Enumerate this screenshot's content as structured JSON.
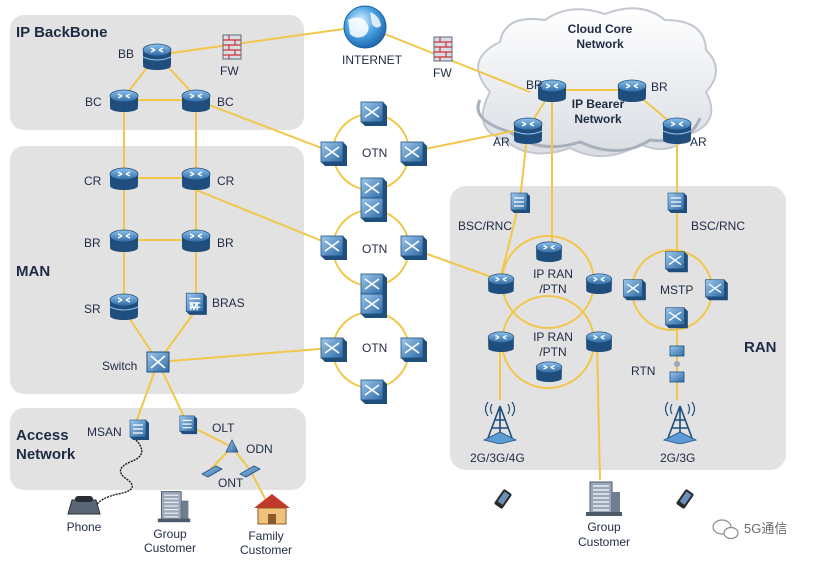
{
  "regions": {
    "ip_backbone": "IP BackBone",
    "man": "MAN",
    "access_line1": "Access",
    "access_line2": "Network",
    "ran": "RAN",
    "cloud_core_line1": "Cloud Core",
    "cloud_core_line2": "Network",
    "ip_bearer_line1": "IP Bearer",
    "ip_bearer_line2": "Network"
  },
  "nodes": {
    "bb": "BB",
    "fw": "FW",
    "bc": "BC",
    "internet": "INTERNET",
    "cr": "CR",
    "br": "BR",
    "sr": "SR",
    "bras": "BRAS",
    "switch": "Switch",
    "otn": "OTN",
    "ar": "AR",
    "bsc_rnc": "BSC/RNC",
    "ip_ran_line1": "IP RAN",
    "ip_ran_line2": "/PTN",
    "mstp": "MSTP",
    "rtn": "RTN",
    "msan": "MSAN",
    "olt": "OLT",
    "odn": "ODN",
    "ont": "ONT",
    "gen_234": "2G/3G/4G",
    "gen_23": "2G/3G"
  },
  "customers": {
    "phone": "Phone",
    "group_line1": "Group",
    "group_line2": "Customer",
    "family_line1": "Family",
    "family_line2": "Customer"
  },
  "watermark": "5G通信",
  "colors": {
    "link": "#f2c649",
    "region_bg": "#e2e2e2",
    "device": "#3f7fb8",
    "device_dark": "#1f4e7d"
  }
}
